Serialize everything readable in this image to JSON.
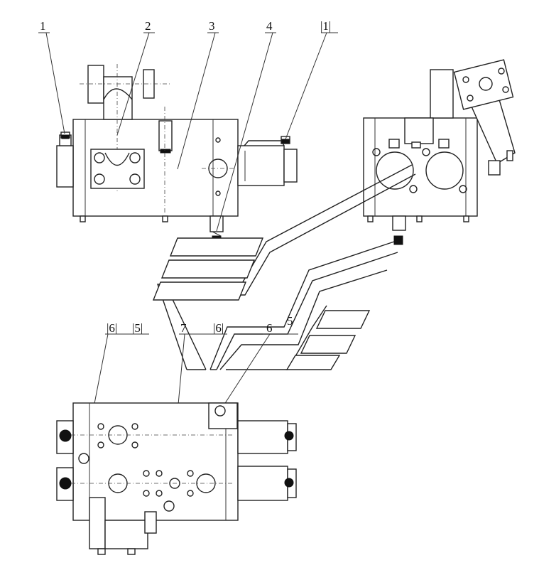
{
  "callouts": {
    "c1": "1",
    "c2": "2",
    "c3": "3",
    "c4": "4",
    "c1b": "|1|",
    "c6a": "|6|",
    "c5a": "|5|",
    "c7": "7",
    "c6b": "|6|",
    "c6c": "6",
    "c5b": "5"
  }
}
